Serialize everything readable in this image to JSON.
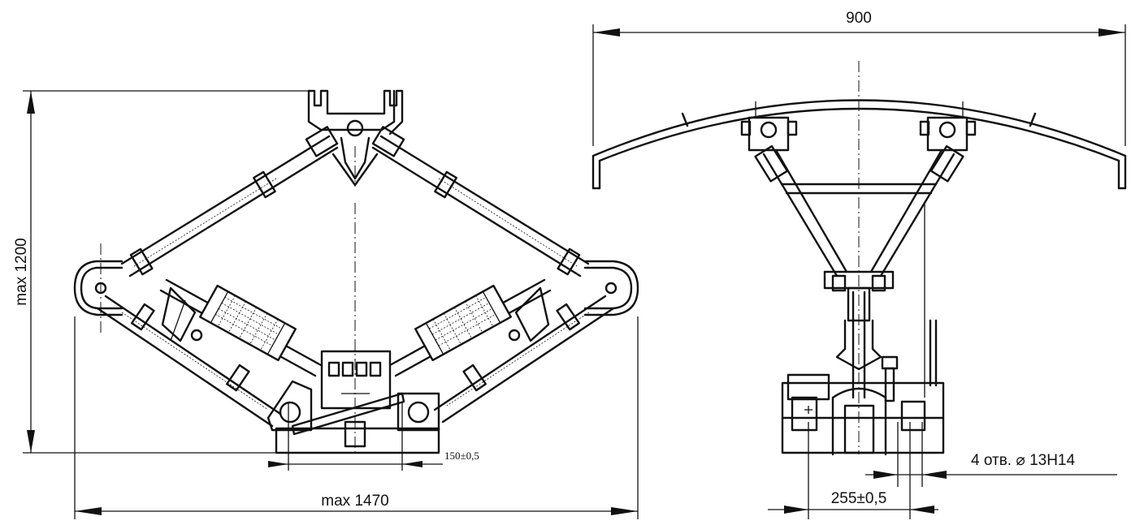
{
  "dimensions": {
    "top_width": "900",
    "height": "max 1200",
    "base_width": "max 1470",
    "pin_spacing": "150±0,5",
    "hole_spacing": "255±0,5",
    "holes_note": "4 отв.  ⌀ 13H14"
  }
}
